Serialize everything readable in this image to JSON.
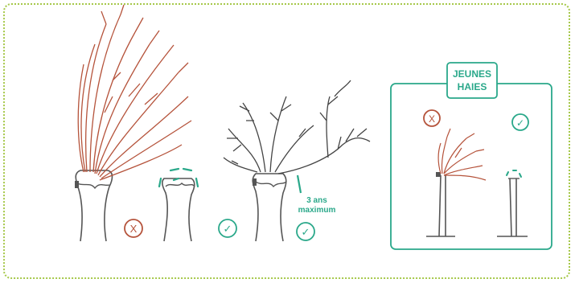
{
  "annotation": {
    "line1": "3 ans",
    "line2": "maximum"
  },
  "panel": {
    "title_line1": "JEUNES",
    "title_line2": "HAIES"
  },
  "symbols": {
    "wrong": "X",
    "right": "✓"
  },
  "colors": {
    "border": "#a6c84a",
    "accent": "#2aa88a",
    "branch_red": "#b5533b",
    "trunk_gray": "#555555",
    "wrong_red": "#b5533b"
  }
}
